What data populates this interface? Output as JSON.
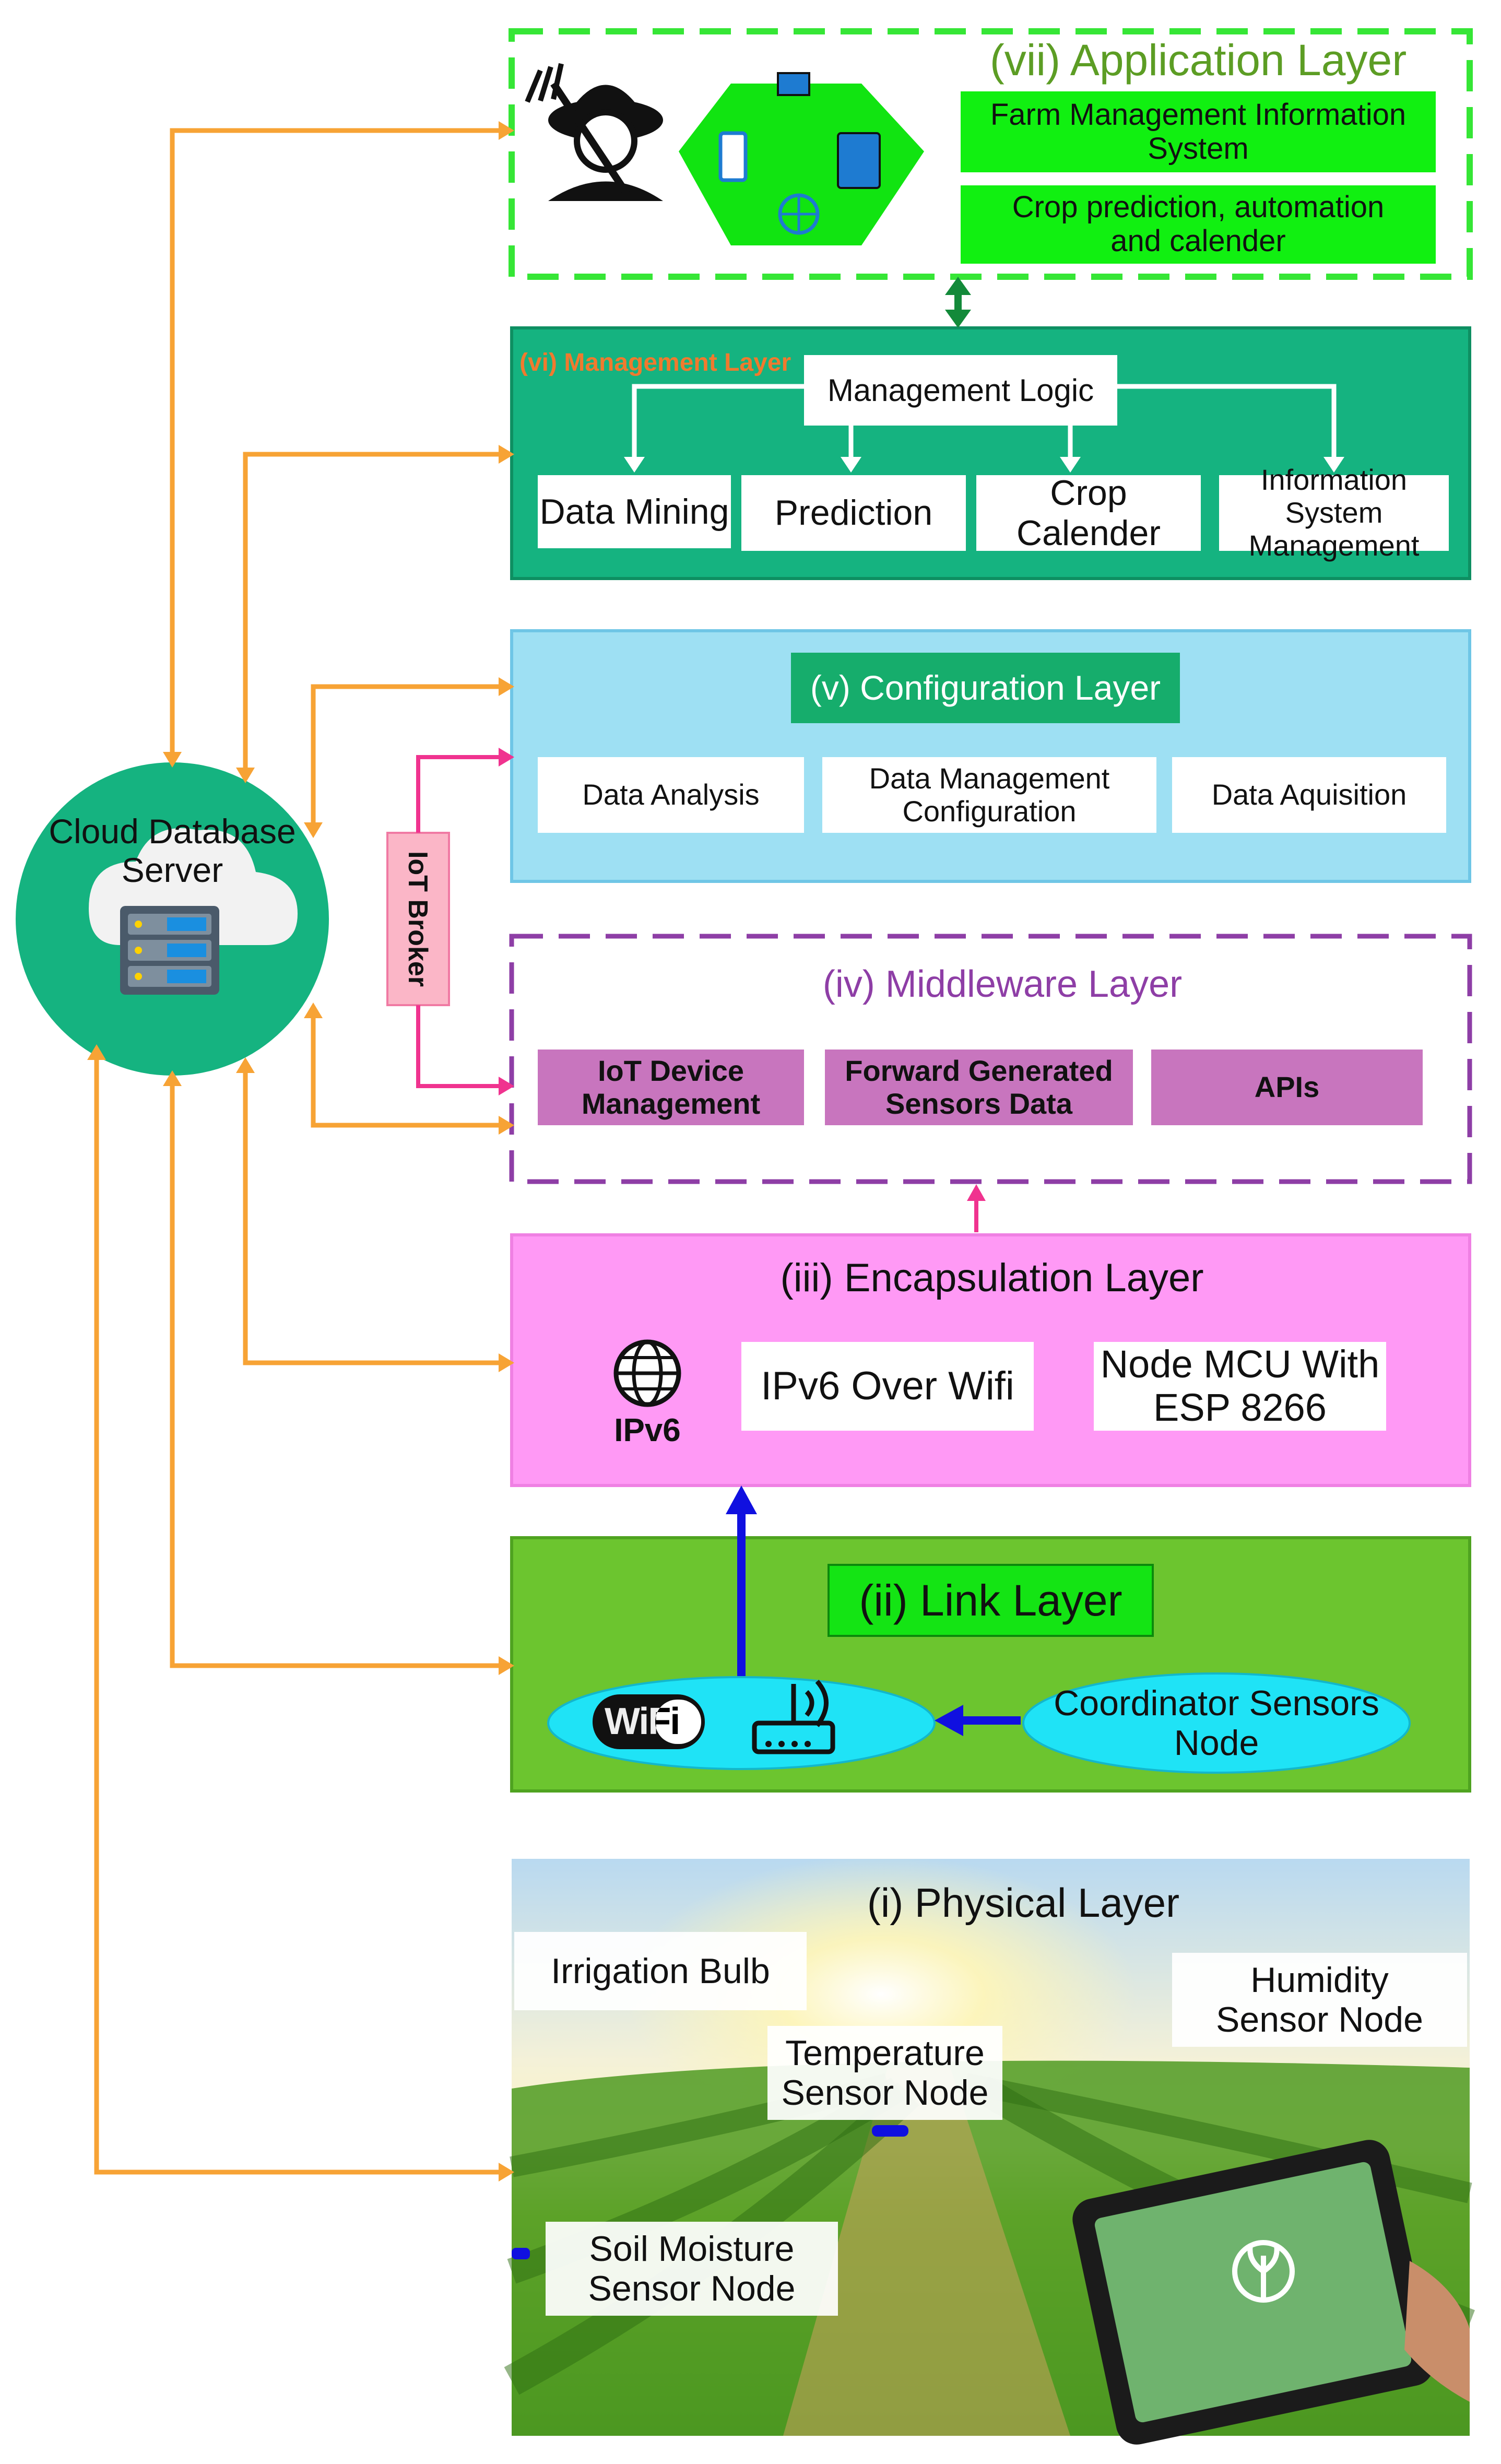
{
  "application_layer": {
    "title": "(vii) Application Layer",
    "items": [
      "Farm Management Information\nSystem",
      "Crop prediction, automation\nand calender"
    ]
  },
  "management_layer": {
    "title": "(vi) Management Layer",
    "logic": "Management Logic",
    "items": [
      "Data Mining",
      "Prediction",
      "Crop Calender",
      "Information System\nManagement"
    ]
  },
  "configuration_layer": {
    "title": "(v) Configuration Layer",
    "items": [
      "Data Analysis",
      "Data Management\nConfiguration",
      "Data Aquisition"
    ]
  },
  "middleware_layer": {
    "title": "(iv) Middleware Layer",
    "items": [
      "IoT Device\nManagement",
      "Forward Generated\nSensors Data",
      "APIs"
    ]
  },
  "encapsulation_layer": {
    "title": "(iii) Encapsulation Layer",
    "ipv6_label": "IPv6",
    "items": [
      "IPv6 Over Wifi",
      "Node MCU With\nESP 8266"
    ]
  },
  "link_layer": {
    "title": "(ii) Link Layer",
    "wifi_label": "WiFi",
    "coordinator": "Coordinator Sensors\nNode"
  },
  "physical_layer": {
    "title": "(i) Physical Layer",
    "labels": [
      "Irrigation Bulb",
      "Humidity\nSensor Node",
      "Temperature\nSensor Node",
      "Soil Moisture\nSensor Node"
    ]
  },
  "cloud": {
    "label": "Cloud Database\nServer"
  },
  "broker": {
    "label": "IoT Broker"
  },
  "colors": {
    "orange_arrow": "#f7a335",
    "pink_arrow": "#f0338f",
    "blue_arrow": "#1010e0",
    "dark_green_arrow": "#138a3a",
    "teal": "#15b380",
    "light_blue": "#9ee0f3",
    "magenta": "#ff99f5",
    "lime": "#6cc52f",
    "cyan_ellipse": "#1fe3f6"
  }
}
